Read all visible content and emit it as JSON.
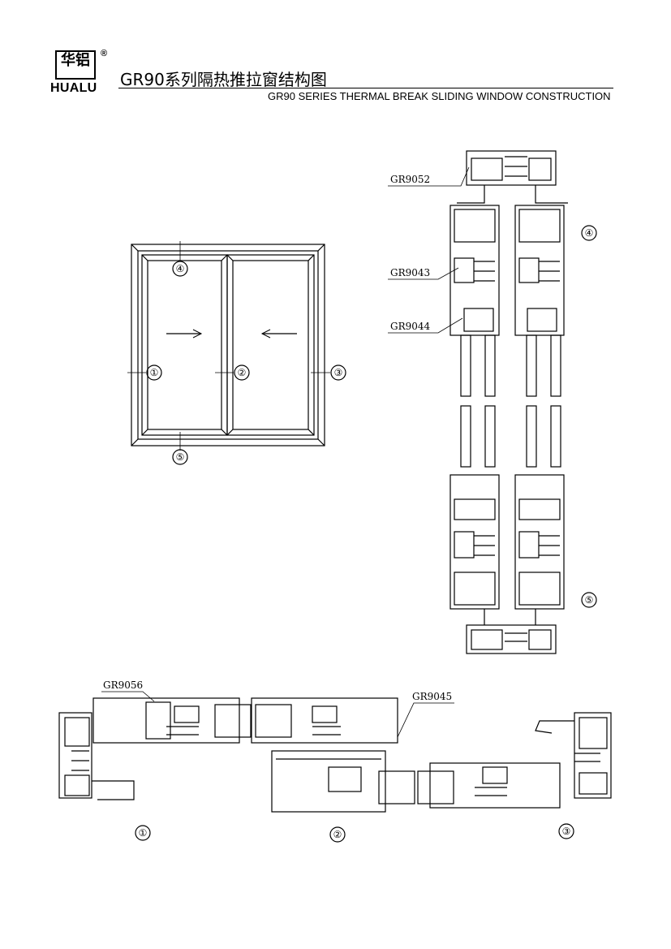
{
  "header": {
    "logo_cn": "华铝",
    "logo_reg": "®",
    "logo_name": "HUALU",
    "title_cn": "GR90系列隔热推拉窗结构图",
    "title_en": "GR90 SERIES THERMAL BREAK SLIDING WINDOW CONSTRUCTION"
  },
  "elevation": {
    "markers": [
      "④",
      "①",
      "②",
      "③",
      "⑤"
    ]
  },
  "vertical_section": {
    "profile_labels": [
      "GR9052",
      "GR9043",
      "GR9044"
    ],
    "markers": [
      "④",
      "⑤"
    ]
  },
  "horizontal_section": {
    "profile_labels": [
      "GR9056",
      "GR9045"
    ],
    "markers": [
      "①",
      "②",
      "③"
    ]
  }
}
